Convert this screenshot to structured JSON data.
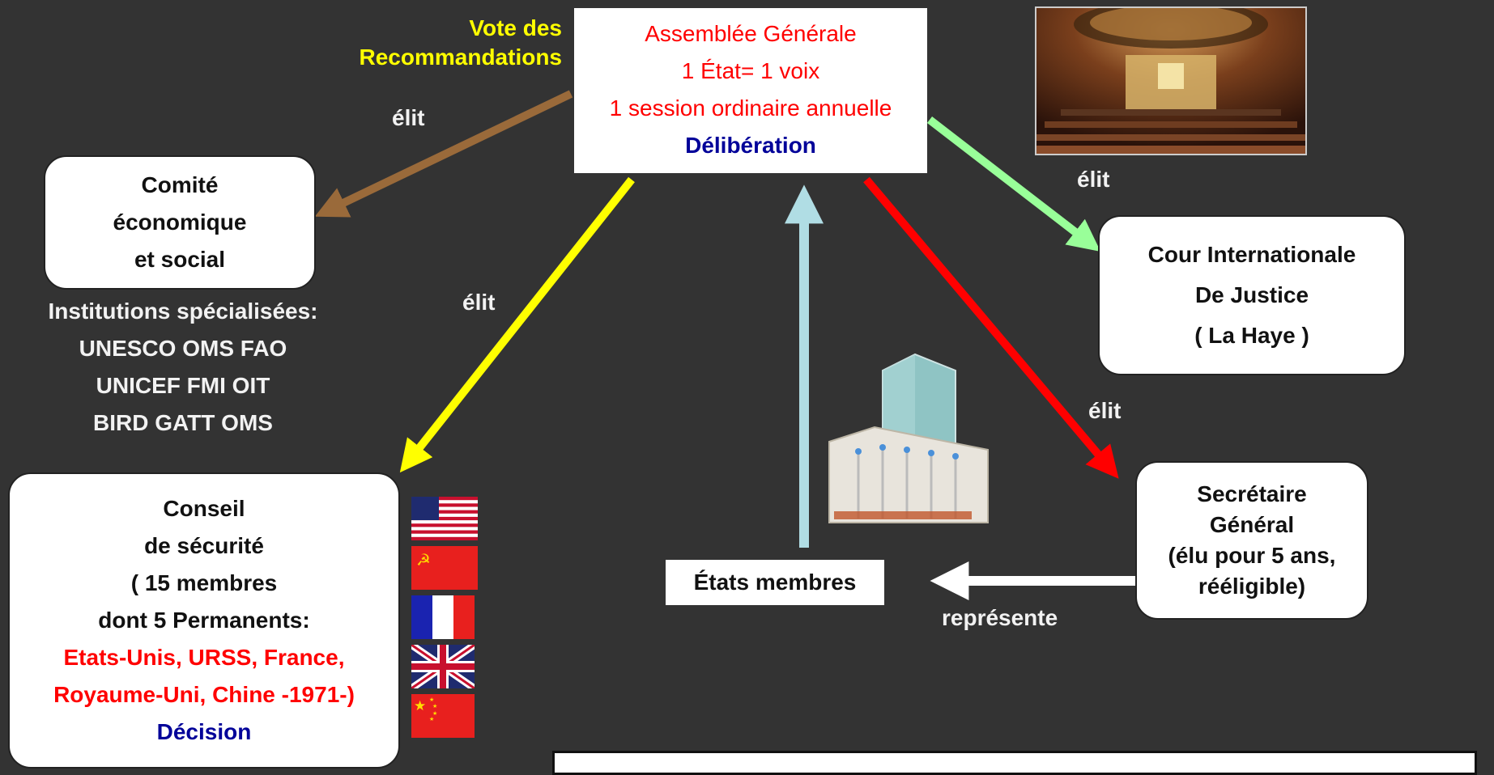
{
  "assembly": {
    "title": "Assemblée Générale",
    "line2": "1 État= 1 voix",
    "line3": "1 session ordinaire annuelle",
    "role": "Délibération"
  },
  "vote_label": [
    "Vote des",
    "Recommandations"
  ],
  "ecosoc": [
    "Comité",
    "économique",
    "et social"
  ],
  "institutions": [
    "Institutions spécialisées:",
    "UNESCO OMS FAO",
    "UNICEF FMI OIT",
    "BIRD GATT OMS"
  ],
  "security_council": {
    "lines": [
      "Conseil",
      "de sécurité",
      "( 15 membres",
      "dont 5 Permanents:"
    ],
    "members_lines": [
      "Etats-Unis, URSS, France,",
      "Royaume-Uni, Chine -1971-)"
    ],
    "role": "Décision"
  },
  "court": [
    "Cour Internationale",
    "De Justice",
    "( La Haye )"
  ],
  "secretary": [
    "Secrétaire",
    "Général",
    "(élu pour 5 ans,",
    "rééligible)"
  ],
  "member_states": "États membres",
  "edge_labels": {
    "elit_ecosoc": "élit",
    "elit_security": "élit",
    "elit_court": "élit",
    "elit_secretary": "élit",
    "represente": "représente"
  },
  "colors": {
    "background": "#333333",
    "arrow_ecosoc": "#9a6a3a",
    "arrow_security": "#ffff00",
    "arrow_court": "#99ff99",
    "arrow_secretary": "#ff0000",
    "arrow_states": "#b0dde4",
    "arrow_represent": "#ffffff",
    "red_text": "#ff0000",
    "blue_text": "#000099",
    "yellow_text": "#ffff00"
  },
  "flags": [
    "usa-flag",
    "ussr-flag",
    "france-flag",
    "uk-flag",
    "china-flag"
  ]
}
